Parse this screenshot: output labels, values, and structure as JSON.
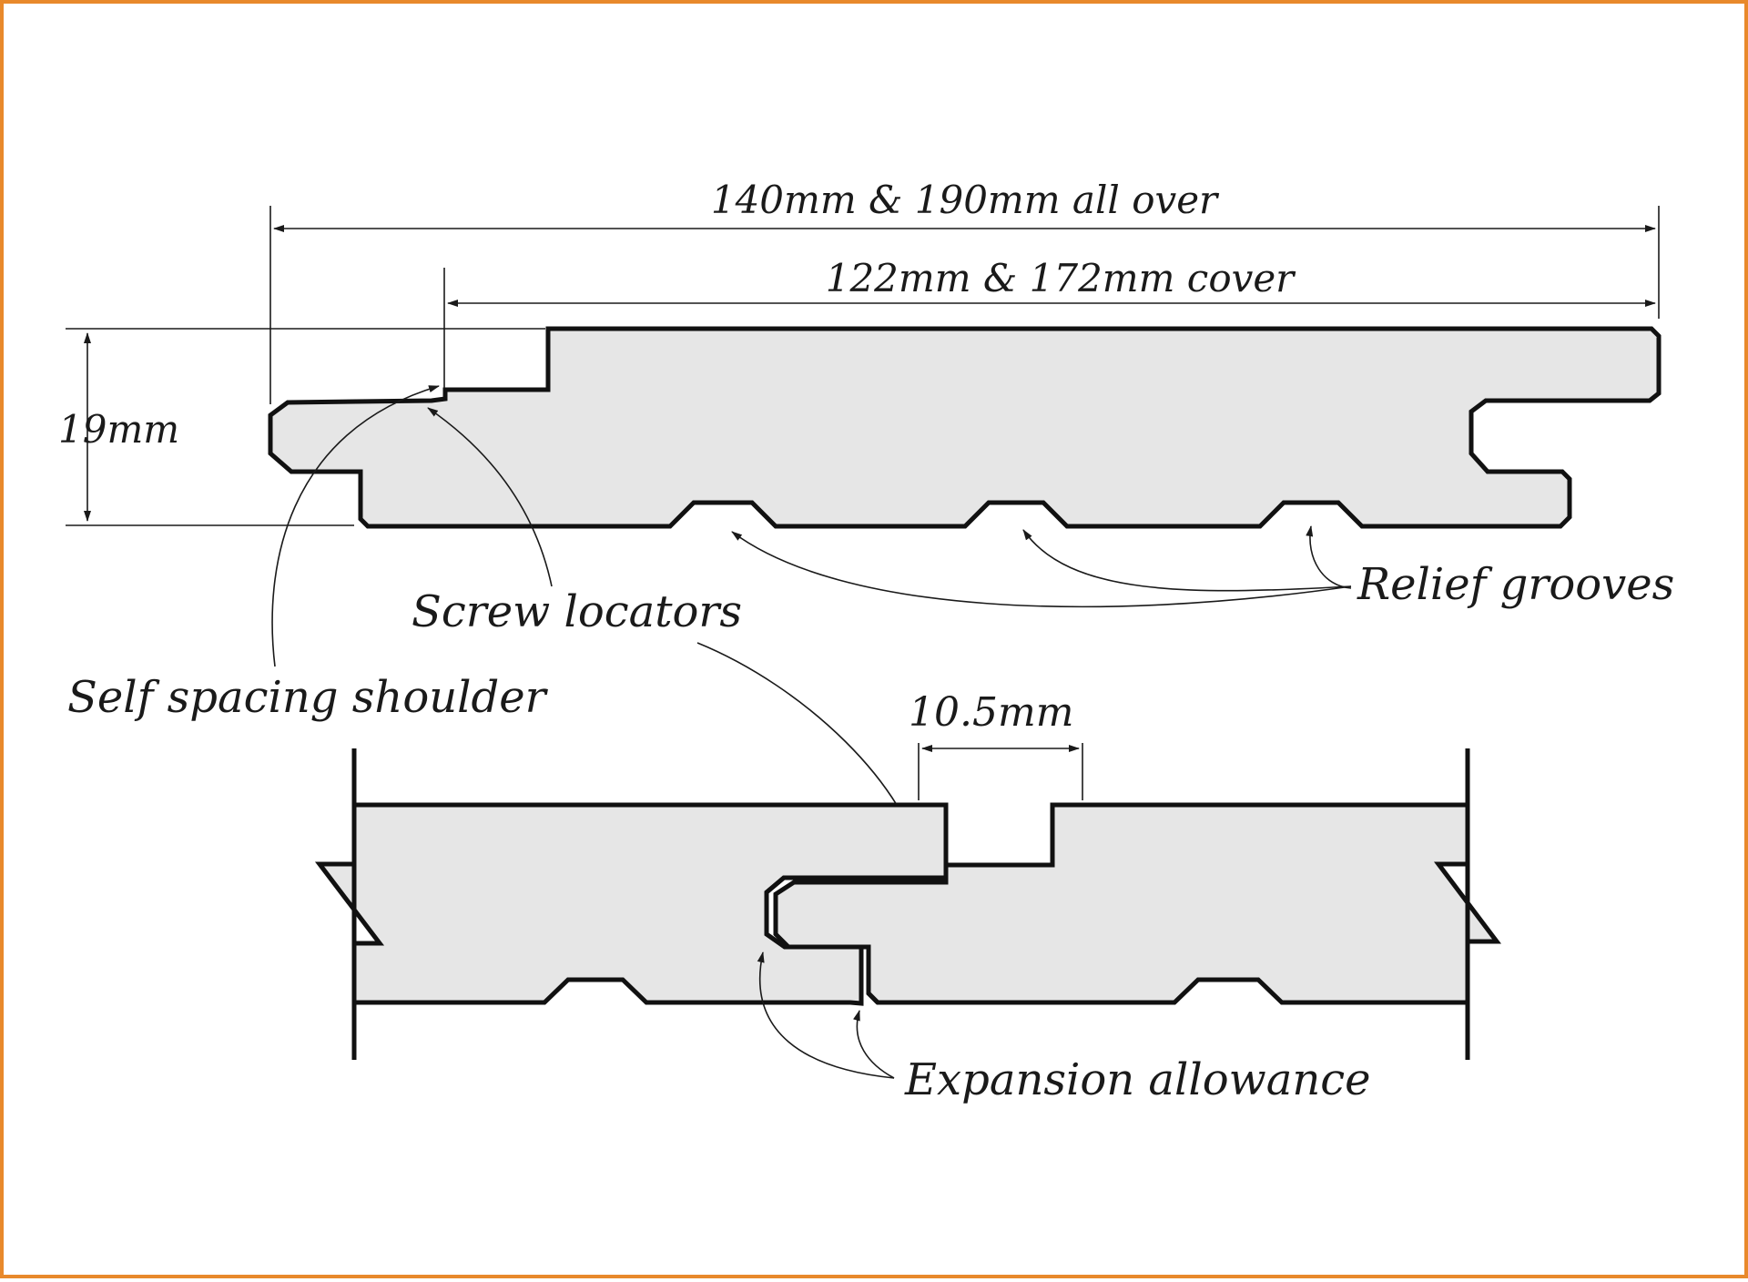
{
  "frame_color": "#e8892b",
  "board_fill": "#e6e6e6",
  "line_color": "#111111",
  "labels": {
    "overall_width": "140mm & 190mm all over",
    "cover_width": "122mm & 172mm cover",
    "thickness": "19mm",
    "relief_grooves": "Relief grooves",
    "screw_locators": "Screw locators",
    "self_spacing_shoulder": "Self spacing shoulder",
    "gap_width": "10.5mm",
    "expansion_allowance": "Expansion allowance"
  }
}
